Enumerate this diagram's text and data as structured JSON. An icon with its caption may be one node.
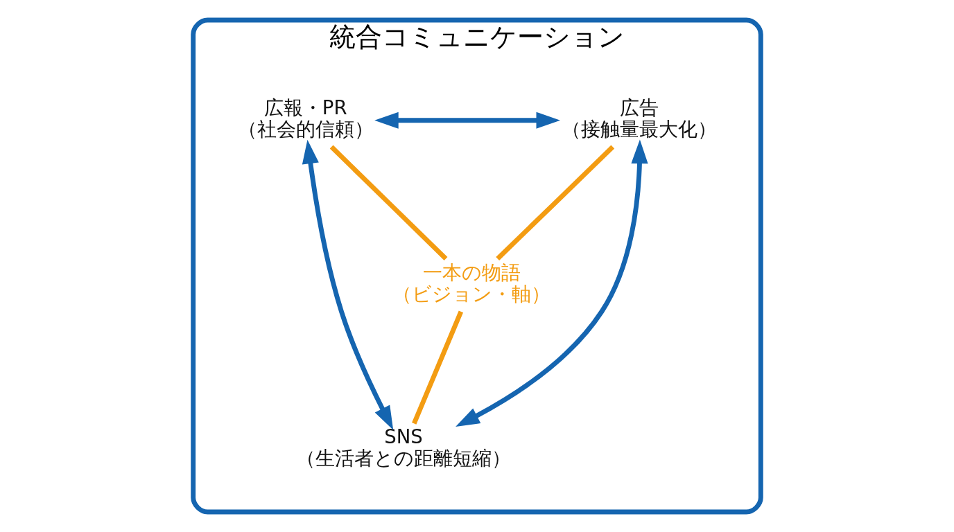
{
  "diagram": {
    "nodes": [
      {
        "text": [
          "統合コミュニケーション"
        ]
      },
      {
        "text": [
          "広報・PR",
          "（社会的信頼）"
        ],
        "in": 0
      },
      {
        "text": [
          "広告",
          "（接触量最大化）"
        ],
        "in": 0
      },
      {
        "text": [
          "一本の物語",
          "（ビジョン・軸）"
        ],
        "in": 0
      },
      {
        "text": [
          "SNS",
          "（生活者との距離短縮）"
        ],
        "in": 0
      }
    ],
    "edges": [
      {
        "from": 1,
        "to": 2,
        "arrow": "both"
      },
      {
        "from": 1,
        "to": 4,
        "arrow": "both"
      },
      {
        "from": 2,
        "to": 4,
        "arrow": "both"
      },
      {
        "from": 3,
        "to": 1,
        "arrow": "none",
        "color": "#f39c12"
      },
      {
        "from": 3,
        "to": 2,
        "arrow": "none",
        "color": "#f39c12"
      },
      {
        "from": 3,
        "to": 4,
        "arrow": "none",
        "color": "#f39c12"
      }
    ]
  }
}
